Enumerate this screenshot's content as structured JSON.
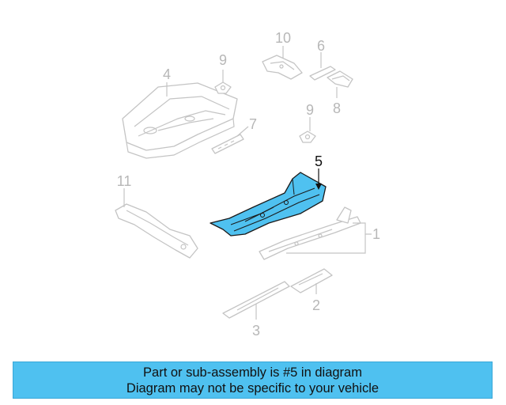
{
  "diagram": {
    "callouts": {
      "c1": "1",
      "c2": "2",
      "c3": "3",
      "c4": "4",
      "c5": "5",
      "c6": "6",
      "c7": "7",
      "c8": "8",
      "c9a": "9",
      "c9b": "9",
      "c10": "10",
      "c11": "11"
    },
    "highlighted_part": "5",
    "highlight_color": "#4fc1f0",
    "ghost_color": "#c4c4c4"
  },
  "banner": {
    "line1": "Part or sub-assembly is #5 in diagram",
    "line2": "Diagram may not be specific to your vehicle",
    "background": "#4fc1f0"
  }
}
